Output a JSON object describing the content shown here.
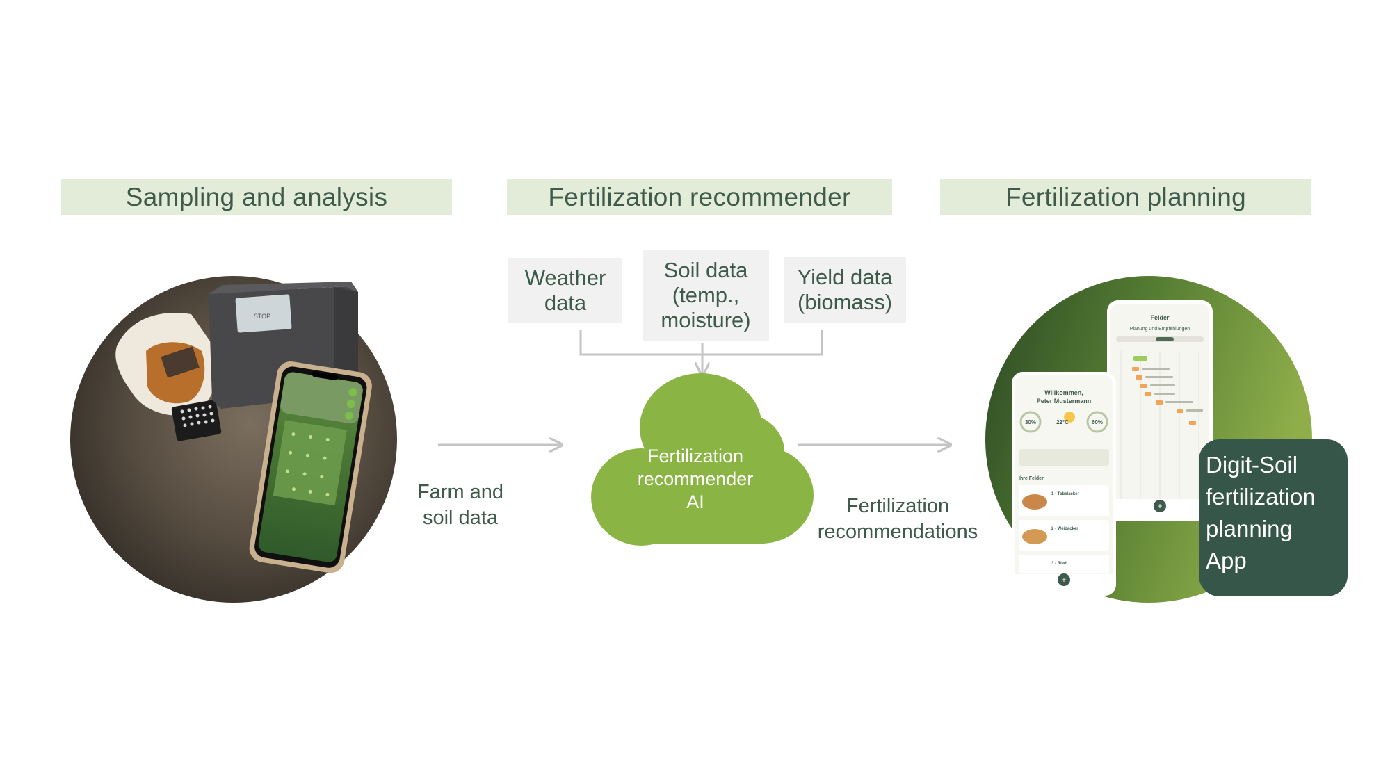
{
  "sections": {
    "sampling": "Sampling and analysis",
    "recommender": "Fertilization recommender",
    "planning": "Fertilization planning"
  },
  "inputs": {
    "weather": "Weather data",
    "soil": "Soil data (temp., moisture)",
    "yield": "Yield data (biomass)"
  },
  "cloud_label": {
    "line1": "Fertilization",
    "line2": "recommender",
    "line3": "AI"
  },
  "flow_labels": {
    "farm_soil": "Farm and soil data",
    "recommendations": "Fertilization recommendations"
  },
  "app_badge": {
    "line1": "Digit-Soil",
    "line2": "fertilization",
    "line3": "planning",
    "line4": "App"
  },
  "device_screen": {
    "stop_label": "STOP"
  },
  "phone_back": {
    "title": "Felder",
    "subtitle": "Planung und Empfehlungen"
  },
  "phone_front": {
    "welcome": "Willkommen,",
    "user": "Peter Mustermann",
    "stat1": "30%",
    "stat2": "22°C",
    "stat3": "60%",
    "section": "Ihre Felder",
    "field1": "1 - Tobelacker",
    "field2": "2 - Weidacker",
    "field3": "3 - Ried"
  },
  "colors": {
    "header_bg": "#e3ecd8",
    "text": "#3e5a4b",
    "cloud": "#8ab545",
    "badge": "#36564a",
    "arrow": "#c4c4c4"
  }
}
